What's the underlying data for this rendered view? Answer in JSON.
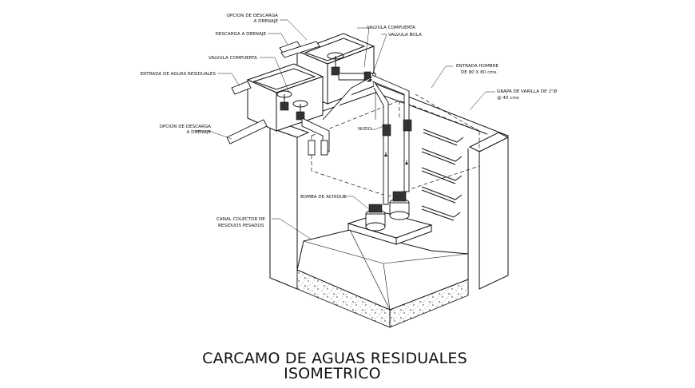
{
  "title": {
    "line1": "CARCAMO DE AGUAS RESIDUALES",
    "line2": "ISOMETRICO"
  },
  "labels": {
    "opcion_descarga_top_1": "OPCION DE DESCARGA",
    "opcion_descarga_top_2": "A DRENAJE",
    "descarga_drenaje": "DESCARGA A DRENAJE",
    "valvula_compuerta_top": "VALVULA COMPUERTA",
    "valvula_bola": "VALVULA BOLA",
    "valvula_compuerta_left": "VALVULA COMPUERTA",
    "entrada_aguas": "ENTRADA DE AGUAS RESIDUALES",
    "entrada_hombre_1": "ENTRADA HOMBRE",
    "entrada_hombre_2": "DE 80 X 80 cms.",
    "grapa_1": "GRAPA DE VARILLA DE 1\"Ø",
    "grapa_2": "@ 40 cms",
    "opcion_descarga_left_1": "OPCION DE DESCARGA",
    "opcion_descarga_left_2": "A DRENAJE",
    "nudo": "NUDO",
    "bomba": "BOMBA DE ACHIQUE",
    "canal_1": "CANAL COLECTOR DE",
    "canal_2": "RESIDUOS PESADOS"
  },
  "colors": {
    "line": "#111111",
    "background": "#ffffff"
  }
}
